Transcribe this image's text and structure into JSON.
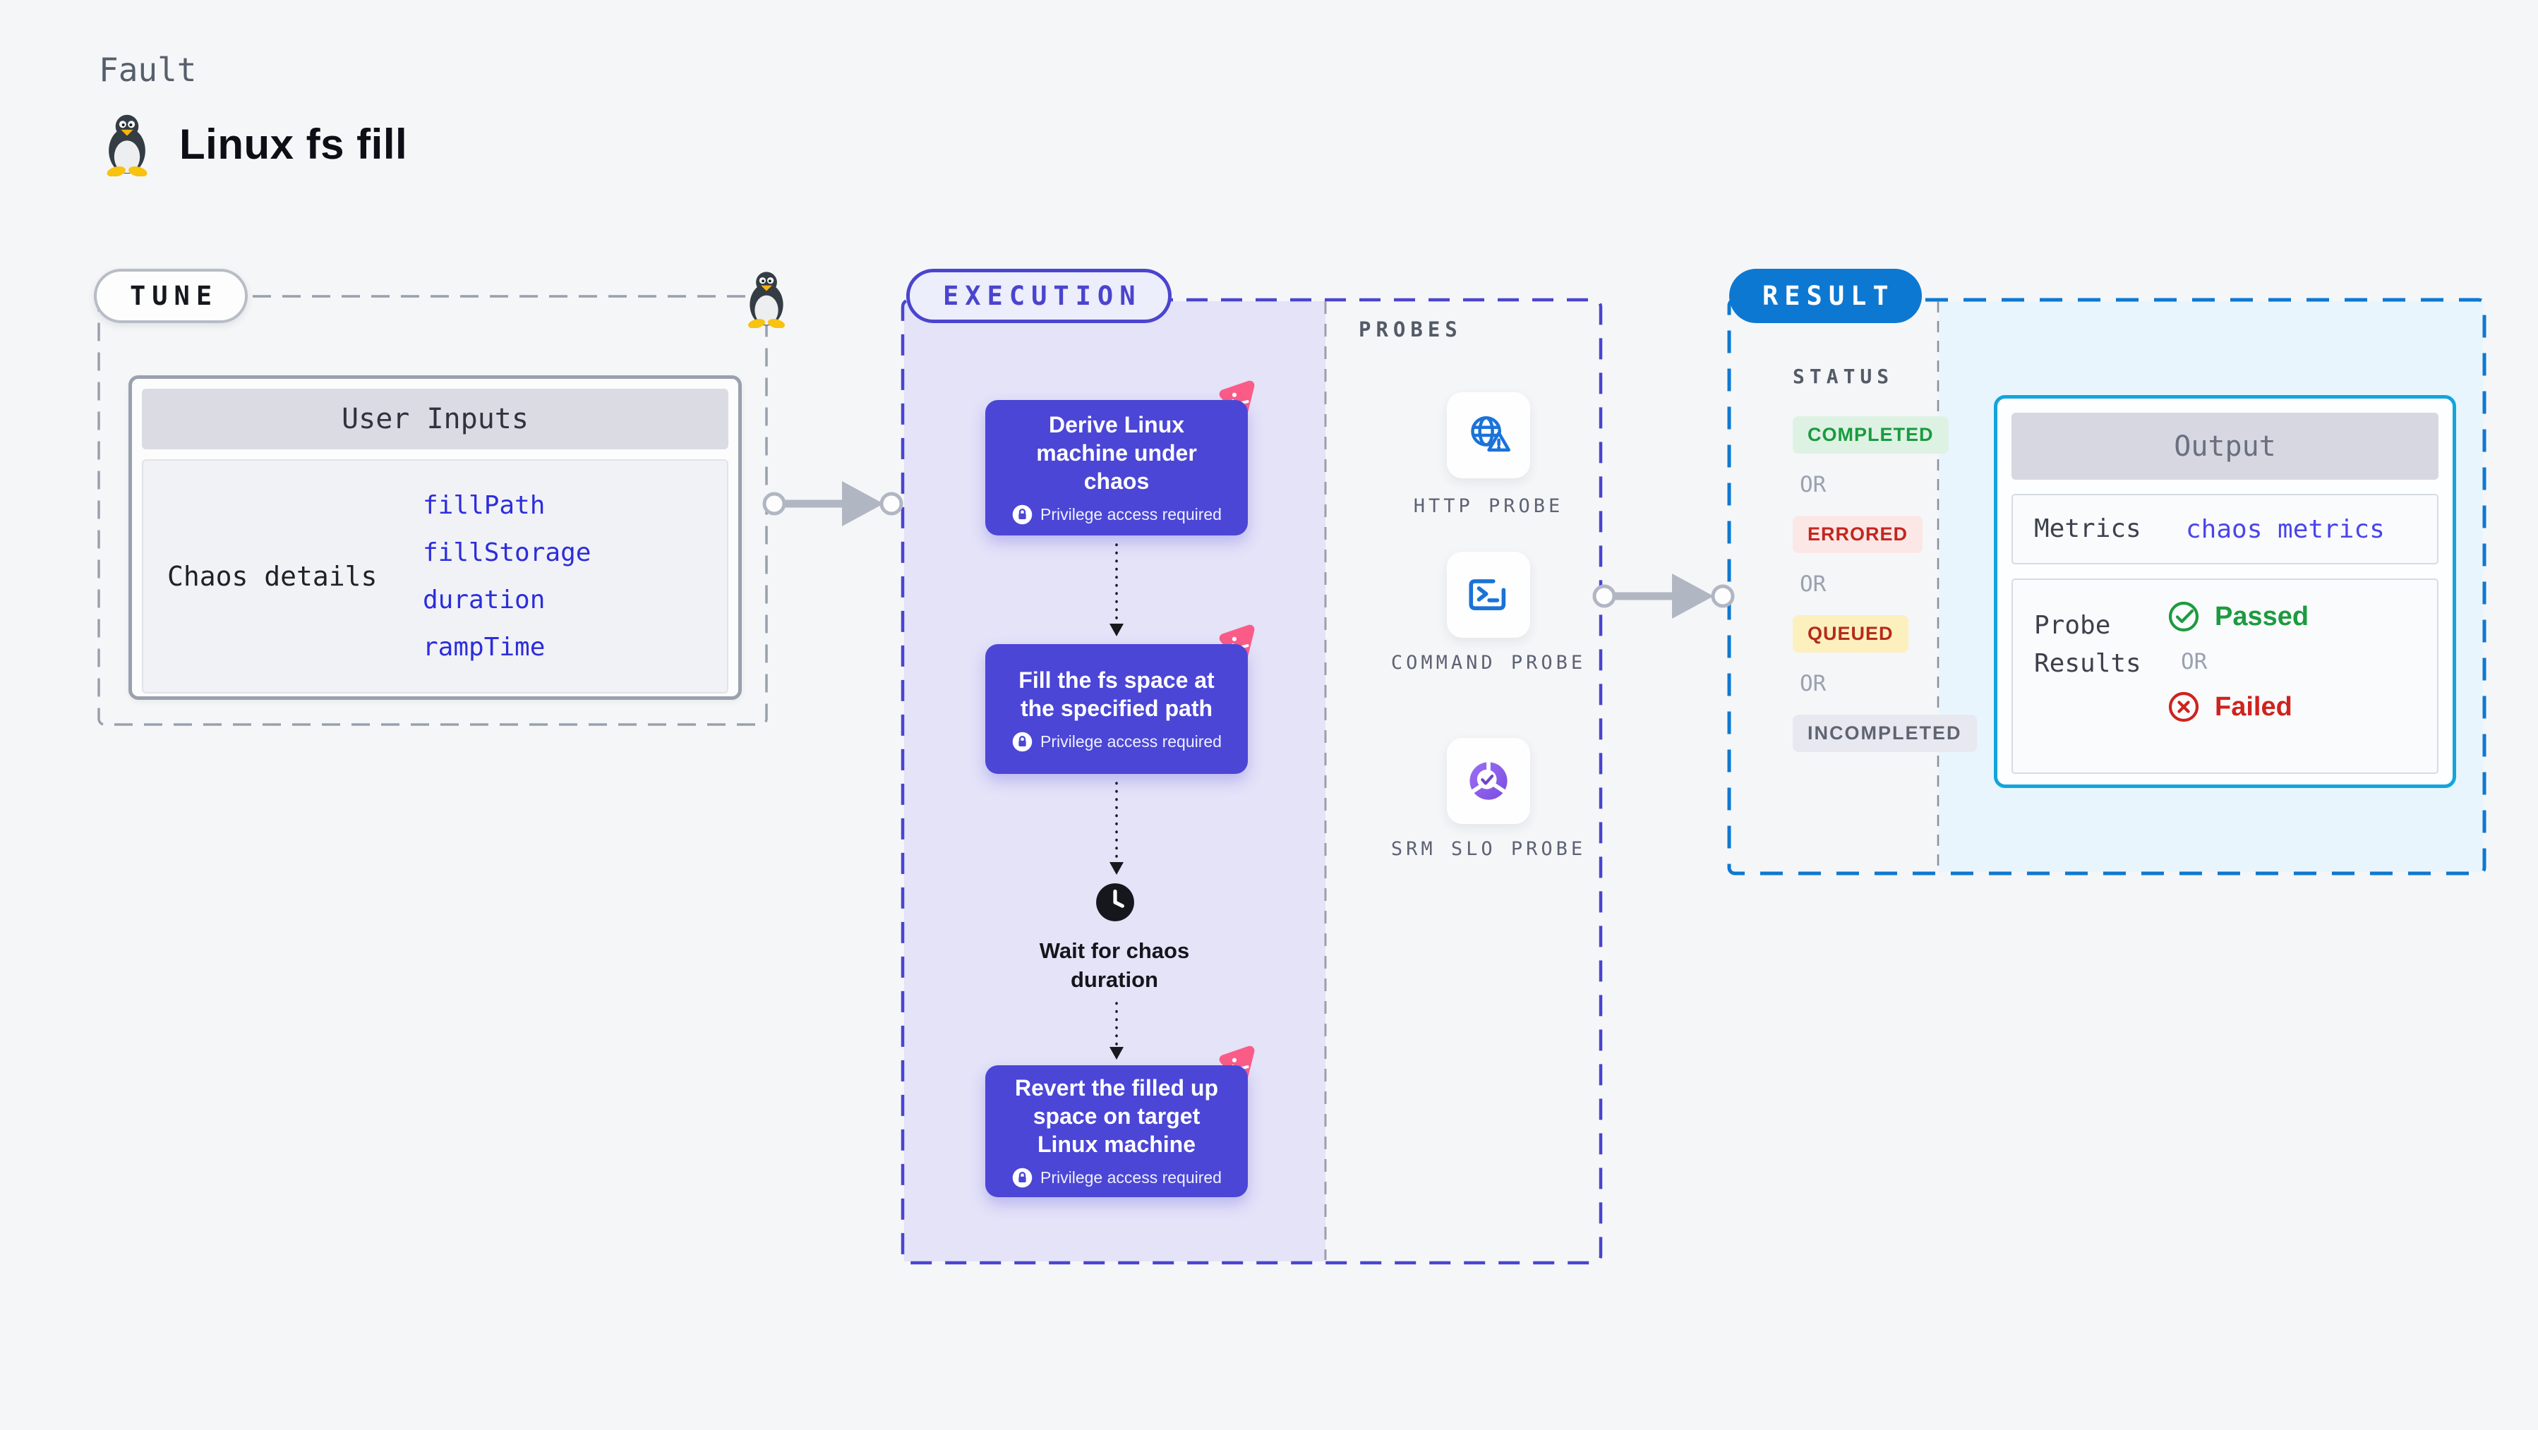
{
  "theme": {
    "page-bg": "#f5f6f8",
    "accent-indigo": "#4b46d6",
    "indigo-border": "#4a44cf",
    "execution-bg": "#e4e3f8",
    "chaos-pink": "#fb5c87",
    "result-blue": "#0d78d2",
    "output-border": "#12a5dd",
    "result-bg": "#e8f5fc",
    "success-green": "#1d9b40",
    "error-red": "#cf231d",
    "param-blue": "#2d2ddd",
    "link-indigo": "#4a45ec",
    "probe-blue": "#1a73d8",
    "slo-purple": "#8a5cf0"
  },
  "header": {
    "eyebrow": "Fault",
    "title": "Linux fs fill",
    "icon": "tux-penguin-icon"
  },
  "tune": {
    "label": "TUNE",
    "user_inputs": {
      "title": "User Inputs",
      "row_label": "Chaos details",
      "params": [
        "fillPath",
        "fillStorage",
        "duration",
        "rampTime"
      ]
    }
  },
  "execution": {
    "label": "EXECUTION",
    "steps": [
      {
        "title": "Derive Linux machine under chaos",
        "badge": "Privilege access required"
      },
      {
        "title": "Fill the fs space at the specified path",
        "badge": "Privilege access required"
      },
      {
        "title": "Revert the filled up space on target Linux machine",
        "badge": "Privilege access required"
      }
    ],
    "wait_label": "Wait for chaos duration"
  },
  "probes": {
    "label": "PROBES",
    "items": [
      {
        "name": "HTTP PROBE",
        "icon": "globe-alert-icon"
      },
      {
        "name": "COMMAND PROBE",
        "icon": "terminal-icon"
      },
      {
        "name": "SRM SLO PROBE",
        "icon": "slo-donut-icon"
      }
    ]
  },
  "result": {
    "label": "RESULT",
    "status": {
      "title": "STATUS",
      "separator": "OR",
      "items": [
        "COMPLETED",
        "ERRORED",
        "QUEUED",
        "INCOMPLETED"
      ]
    },
    "output": {
      "title": "Output",
      "metrics_label": "Metrics",
      "metrics_value": "chaos metrics",
      "probe_results_label": "Probe Results",
      "passed_label": "Passed",
      "separator": "OR",
      "failed_label": "Failed"
    }
  }
}
